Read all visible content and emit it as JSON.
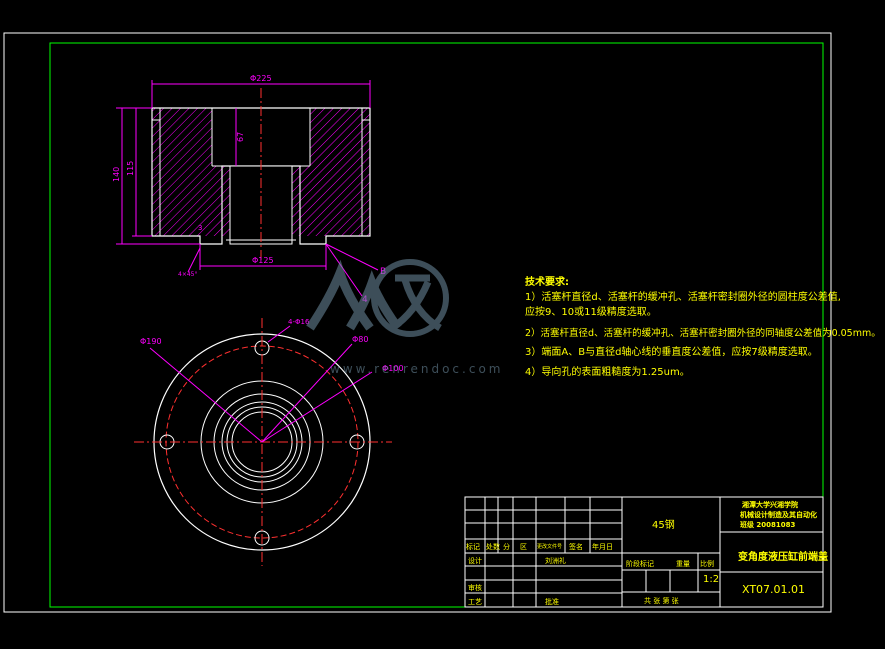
{
  "colors": {
    "background": "#000000",
    "frame": "#ffffff",
    "inner_frame": "#00ff00",
    "drawing": "#ffffff",
    "dimension": "#ff00ff",
    "center_line": "#ff3030",
    "hatch": "#ff00ff",
    "notes_text": "#ffff00",
    "titleblock_text": "#ffff00",
    "watermark": "#6f8fa3"
  },
  "front_view": {
    "dim_top": "Φ225",
    "dim_bottom": "Φ125",
    "dim_height_outer": "140",
    "dim_height_inner": "115",
    "dim_bore": "67",
    "dim_small": "3",
    "label_leader": "B",
    "label_corner": "4",
    "small_text": "4×45°"
  },
  "top_view": {
    "dim_outer": "Φ190",
    "dim_holes": "4-Φ16",
    "dim_pcd": "Φ80",
    "dim_mid": "Φ100"
  },
  "tech_requirements": {
    "title": "技术要求:",
    "lines": [
      "1）活塞杆直径d、活塞杆的缓冲孔、活塞杆密封圈外径的圆柱度公差值,",
      "   应按9、10或11级精度选取。",
      "2）活塞杆直径d、活塞杆的缓冲孔、活塞杆密封圈外径的同轴度公差值为0.05mm。",
      "3）端面A、B与直径d轴心线的垂直度公差值，应按7级精度选取。",
      "4）导向孔的表面粗糙度为1.25um。"
    ]
  },
  "title_block": {
    "material": "45钢",
    "school_line1": "湘潭大学兴湘学院",
    "school_line2": "机械设计制造及其自动化",
    "school_line3": "班级 20081083",
    "part_name": "变角度液压缸前端盖",
    "drawing_no": "XT07.01.01",
    "scale": "1:2",
    "header_labels": [
      "标记",
      "处数",
      "分",
      "区",
      "更改文件号",
      "签名",
      "年月日"
    ],
    "row_design": "设计",
    "designer": "刘洲礼",
    "row_review": "审核",
    "row_process": "工艺",
    "approve": "批准",
    "stage_labels": [
      "阶段标记",
      "重量",
      "比例"
    ],
    "sheet_text": "共    张  第    张"
  },
  "watermark": {
    "brand": "人人文库",
    "url": "www.renrendoc.com"
  }
}
